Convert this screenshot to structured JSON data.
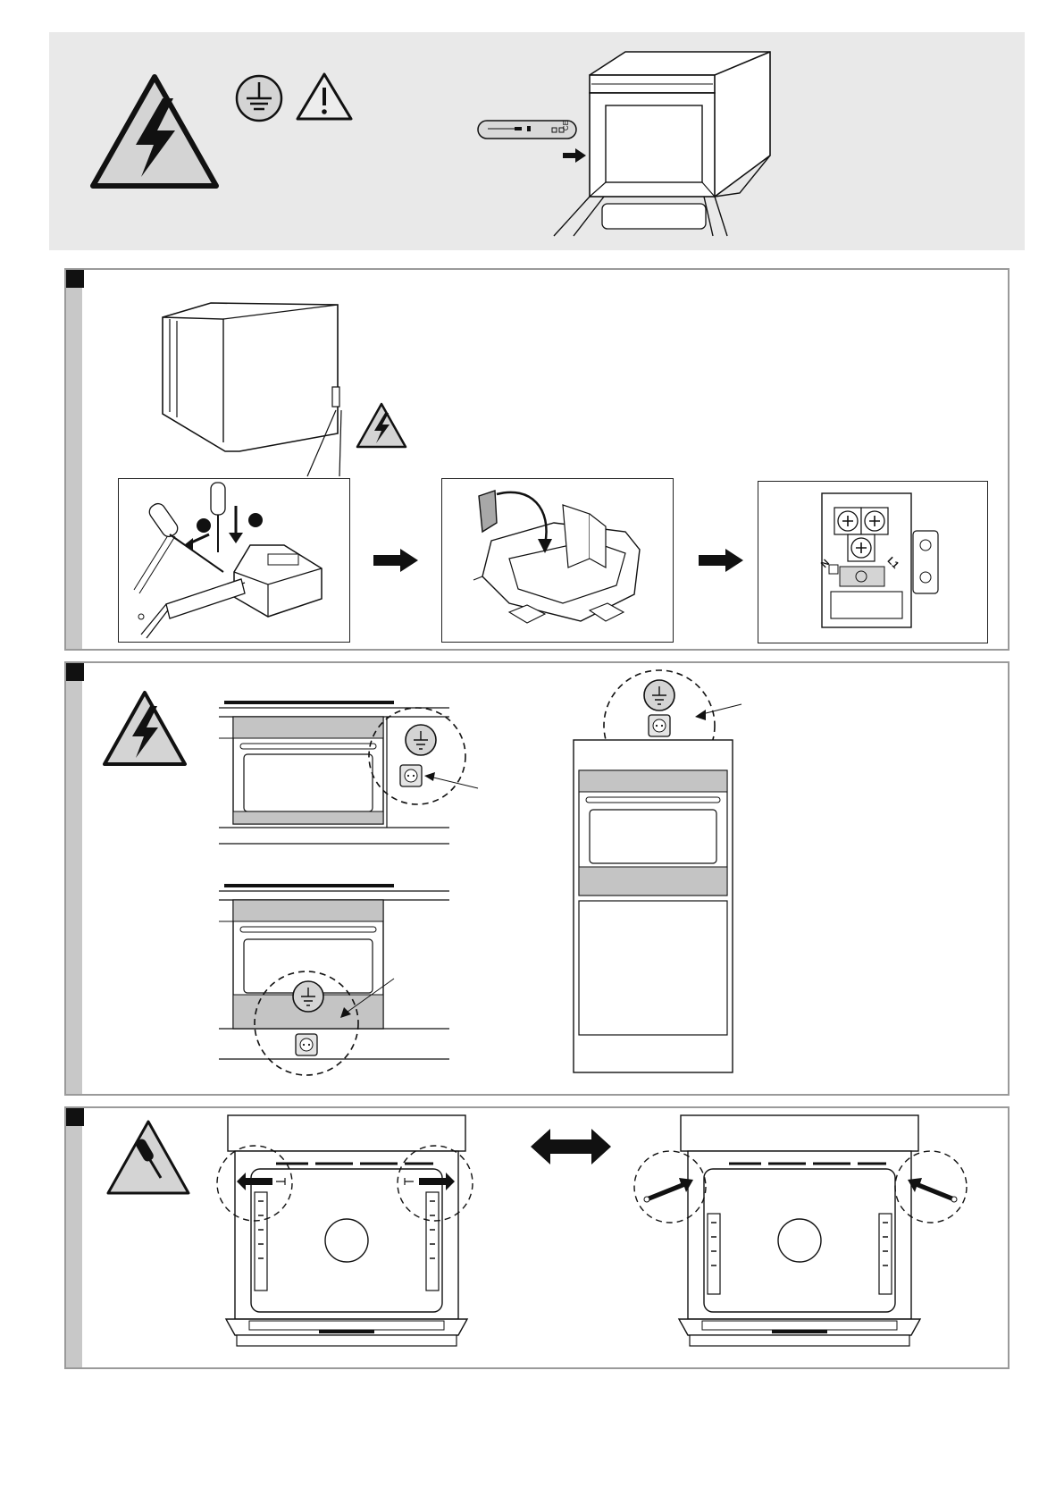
{
  "colors": {
    "ink": "#1a1a1a",
    "panel_border": "#9a9a9a",
    "panel_strip": "#c8c8c8",
    "header_bg": "#e9e9e9",
    "sign_fill": "#d4d4d4",
    "door_grey": "#c4c4c4"
  },
  "icons": [
    "high-voltage-icon",
    "earth-ground-icon",
    "caution-icon",
    "screwdriver-icon",
    "arrow-right-icon",
    "double-arrow-icon",
    "socket-icon"
  ],
  "header": {
    "rating_plate": {
      "marks": "CE"
    }
  },
  "panel_1": {
    "terminal_labels": {
      "neutral": "N",
      "line": "L1"
    }
  }
}
